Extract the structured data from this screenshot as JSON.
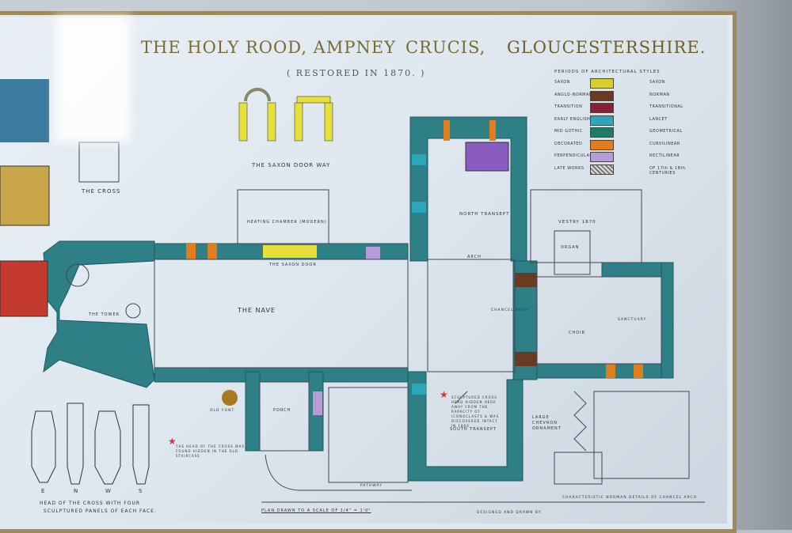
{
  "title": {
    "part1": "THE HOLY ROOD, AMPNEY",
    "part2": "CRUCIS,",
    "part3": "GLOUCESTERSHIRE."
  },
  "subtitle": "( RESTORED IN 1870. )",
  "legend": {
    "heading": "PERIODS OF ARCHITECTURAL STYLES",
    "items": [
      {
        "left": "SAXON",
        "right": "SAXON",
        "color": "#d9cf2a"
      },
      {
        "left": "ANGLO-NORMAN",
        "right": "NORMAN",
        "color": "#6b3a22"
      },
      {
        "left": "TRANSITION",
        "right": "TRANSITIONAL",
        "color": "#8a1f35"
      },
      {
        "left": "EARLY ENGLISH",
        "right": "LANCET",
        "color": "#2aa7b8"
      },
      {
        "left": "MID GOTHIC",
        "right": "GEOMETRICAL",
        "color": "#1f7a66"
      },
      {
        "left": "DECORATED",
        "right": "CURVILINEAR",
        "color": "#e07e1e"
      },
      {
        "left": "PERPENDICULAR",
        "right": "RECTILINEAR",
        "color": "#b89ad6"
      },
      {
        "left": "LATE WORKS",
        "right": "OF 17th & 18th CENTURIES",
        "color": "#8f9a9a"
      }
    ]
  },
  "colors": {
    "wall": "#2f7f86",
    "frame": "#9c8a5a",
    "paper": "#dde6ee"
  },
  "labels": {
    "saxon_door_way": "THE SAXON DOOR WAY",
    "cross": "THE CROSS",
    "heating": "HEATING CHAMBER (MODERN)",
    "tower": "THE TOWER",
    "nave": "THE NAVE",
    "saxon_door": "THE SAXON DOOR",
    "north_transept": "NORTH TRANSEPT",
    "vestry": "VESTRY 1870",
    "organ": "ORGAN",
    "choir": "CHOIR",
    "sanctuary": "SANCTUARY",
    "chancel_arch": "CHANCEL ARCH",
    "arch": "ARCH",
    "porch": "PORCH",
    "old_font": "OLD FONT",
    "south_transept": "SOUTH TRANSEPT",
    "south_note": "SCULPTURED CROSS HEAD HIDDEN HERE AWAY FROM THE RAPACITY OF ICONOCLASTS & WAS DISCOVERED INTACT IN 1860",
    "cross_note": "THE HEAD OF THE CROSS WAS FOUND HIDDEN IN THE OLD STAIRCASE",
    "chevron": "LARGE CHEVRON ORNAMENT",
    "norman_details": "CHARACTERISTIC NORMAN DETAILS OF CHANCEL ARCH",
    "pathway": "PATHWAY",
    "cross_head": "HEAD OF THE CROSS WITH FOUR",
    "cross_head2": "SCULPTURED PANELS OF EACH FACE.",
    "scale": "PLAN DRAWN TO A SCALE OF 1/4\" = 1'0\"",
    "designed": "DESIGNED AND DRAWN BY",
    "faces": [
      "E",
      "N",
      "W",
      "S"
    ]
  }
}
